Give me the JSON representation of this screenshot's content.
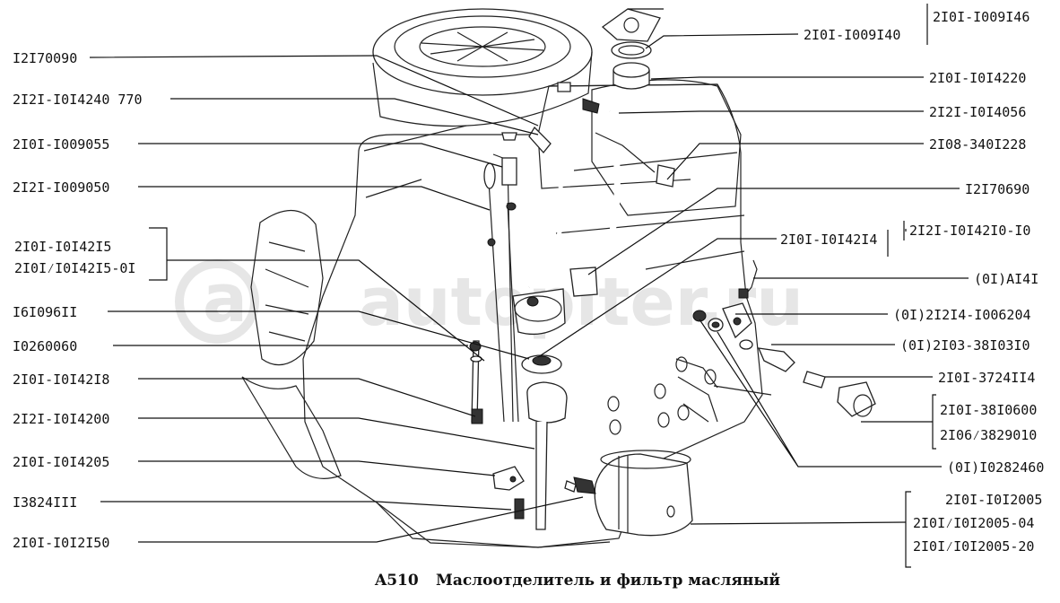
{
  "watermark": "autopiter.ru",
  "caption": {
    "code": "A510",
    "title": "Маслоотделитель и фильтр масляный"
  },
  "labels": {
    "left": [
      "I2I70090",
      "2I2I-I0I4240 770",
      "2I0I-I009055",
      "2I2I-I009050",
      "2I0I-I0I42I5",
      "2I0I⁄I0I42I5-0I",
      "I6I096II",
      "I0260060",
      "2I0I-I0I42I8",
      "2I2I-I0I4200",
      "2I0I-I0I4205",
      "I3824III",
      "2I0I-I0I2I50"
    ],
    "right": [
      "2I0I-I009I46",
      "2I0I-I009I40",
      "2I0I-I0I4220",
      "2I2I-I0I4056",
      "2I08-340I228",
      "I2I70690",
      "2I2I-I0I42I0-I0",
      "2I0I-I0I42I4",
      "(0I)AI4I",
      "(0I)2I2I4-I006204",
      "(0I)2I03-38I03I0",
      "2I0I-3724II4",
      "2I0I-38I0600",
      "2I06⁄3829010",
      "(0I)I0282460",
      "2I0I-I0I2005",
      "2I0I⁄I0I2005-04",
      "2I0I⁄I0I2005-20"
    ]
  }
}
